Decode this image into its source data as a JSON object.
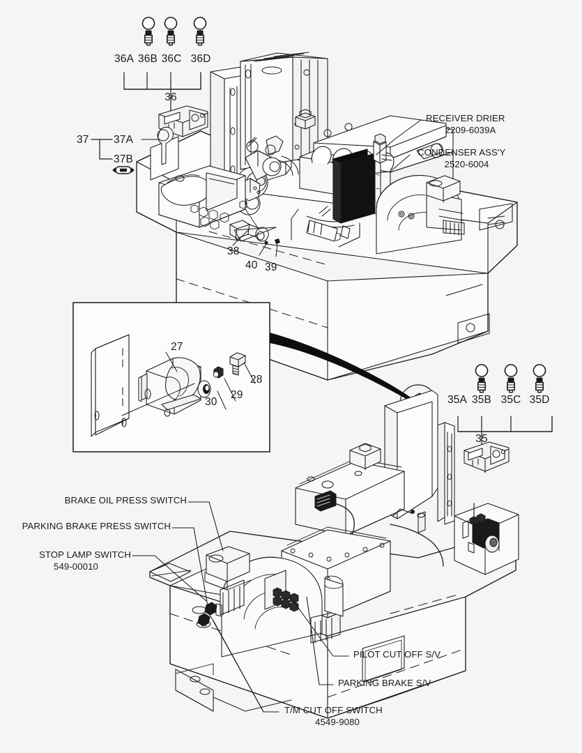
{
  "sheet": {
    "background_color": "#f5f5f4",
    "ink_color": "#1a1a1a",
    "title": "Air conditioner and electric switch assembly parts diagram"
  },
  "upper_group": {
    "bulb_callouts": [
      {
        "id": "36A",
        "has_bulb_icon": false
      },
      {
        "id": "36B",
        "has_bulb_icon": true
      },
      {
        "id": "36C",
        "has_bulb_icon": true
      },
      {
        "id": "36D",
        "has_bulb_icon": true
      }
    ],
    "group_id": "36",
    "relay_callouts": [
      {
        "id": "37",
        "type": "group"
      },
      {
        "id": "37A",
        "type": "item"
      },
      {
        "id": "37B",
        "type": "item",
        "icon": "fuse-icon"
      }
    ],
    "small_items": [
      {
        "id": "38"
      },
      {
        "id": "40"
      },
      {
        "id": "39"
      }
    ],
    "part_labels": [
      {
        "name": "RECEIVER DRIER",
        "number": "2209-6039A"
      },
      {
        "name": "CONDENSER ASS'Y",
        "number": "2520-6004"
      }
    ]
  },
  "inset_detail": {
    "items": [
      {
        "id": "27"
      },
      {
        "id": "28"
      },
      {
        "id": "29"
      },
      {
        "id": "30"
      }
    ]
  },
  "lower_group": {
    "bulb_callouts": [
      {
        "id": "35A",
        "has_bulb_icon": false
      },
      {
        "id": "35B",
        "has_bulb_icon": true
      },
      {
        "id": "35C",
        "has_bulb_icon": true
      },
      {
        "id": "35D",
        "has_bulb_icon": true
      }
    ],
    "group_id": "35",
    "left_labels": [
      {
        "name": "BRAKE OIL PRESS SWITCH",
        "number": ""
      },
      {
        "name": "PARKING BRAKE PRESS SWITCH",
        "number": ""
      },
      {
        "name": "STOP LAMP SWITCH",
        "number": "549-00010"
      }
    ],
    "right_labels": [
      {
        "name": "PILOT CUT OFF S/V",
        "number": ""
      },
      {
        "name": "PARKING BRAKE S/V",
        "number": ""
      }
    ],
    "bottom_labels": [
      {
        "name": "T/M CUT OFF SWITCH",
        "number": "4549-9080"
      }
    ]
  }
}
